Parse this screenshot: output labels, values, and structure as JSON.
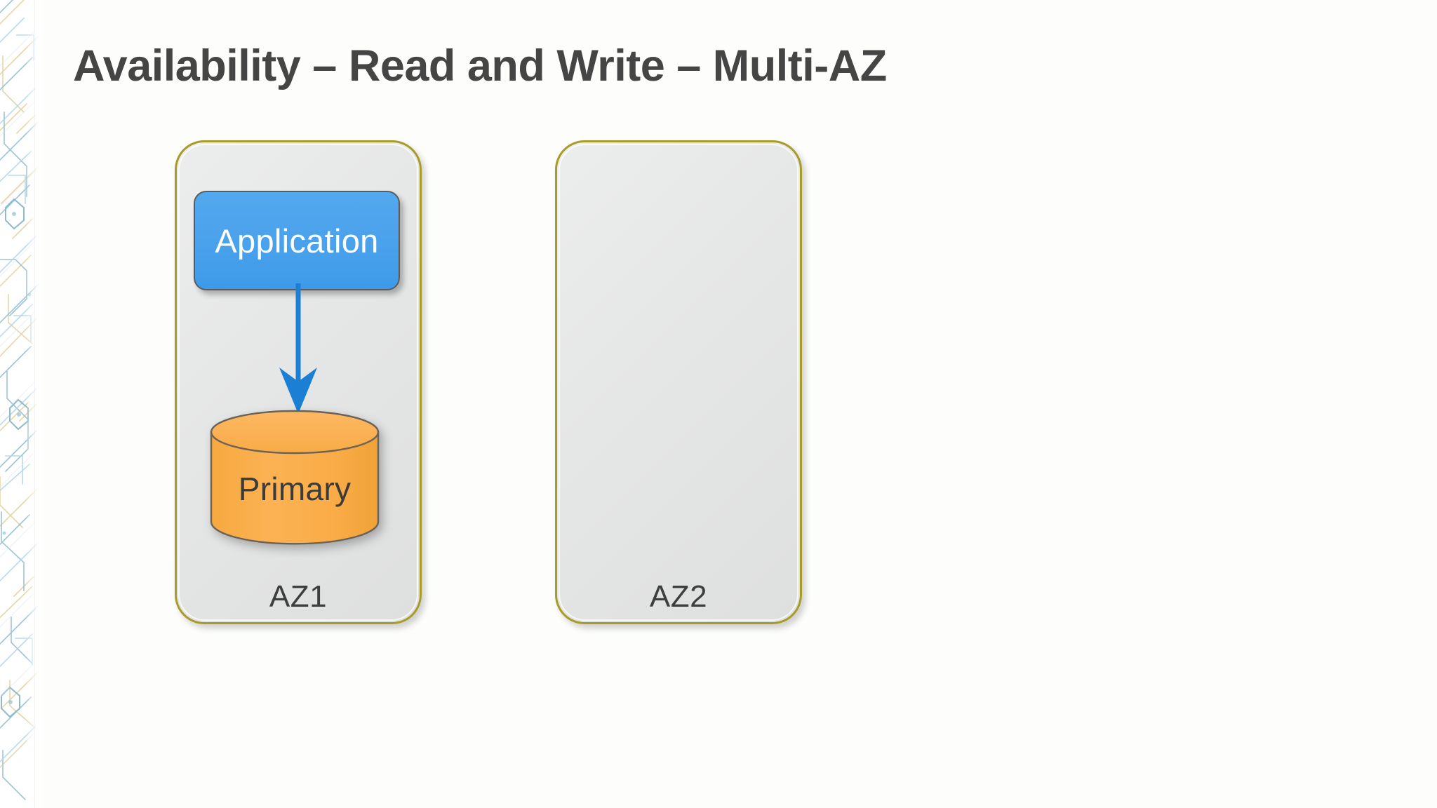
{
  "slide": {
    "title": "Availability – Read and Write – Multi-AZ",
    "background_color": "#fdfefb"
  },
  "decoration": {
    "left_strip_name": "isometric-circuit-pattern",
    "colors": {
      "teal": "#7fb9cf",
      "blue": "#9fc9e4",
      "gold": "#d8c07a"
    }
  },
  "diagram": {
    "type": "architecture-diagram",
    "zones": [
      {
        "id": "az1",
        "label": "AZ1",
        "border_color": "#a89b28",
        "fill_color": "#e6e7e7",
        "nodes": [
          {
            "id": "application",
            "label": "Application",
            "shape": "rounded-rect",
            "fill_color": "#4ba2ec",
            "text_color": "#ffffff"
          },
          {
            "id": "primary-db",
            "label": "Primary",
            "shape": "cylinder",
            "fill_color": "#f9ae48",
            "text_color": "#3b3b3b"
          }
        ],
        "connections": [
          {
            "from": "application",
            "to": "primary-db",
            "direction": "down",
            "color": "#1b7fd4"
          }
        ]
      },
      {
        "id": "az2",
        "label": "AZ2",
        "border_color": "#a89b28",
        "fill_color": "#e6e7e7",
        "nodes": [],
        "connections": []
      }
    ]
  }
}
